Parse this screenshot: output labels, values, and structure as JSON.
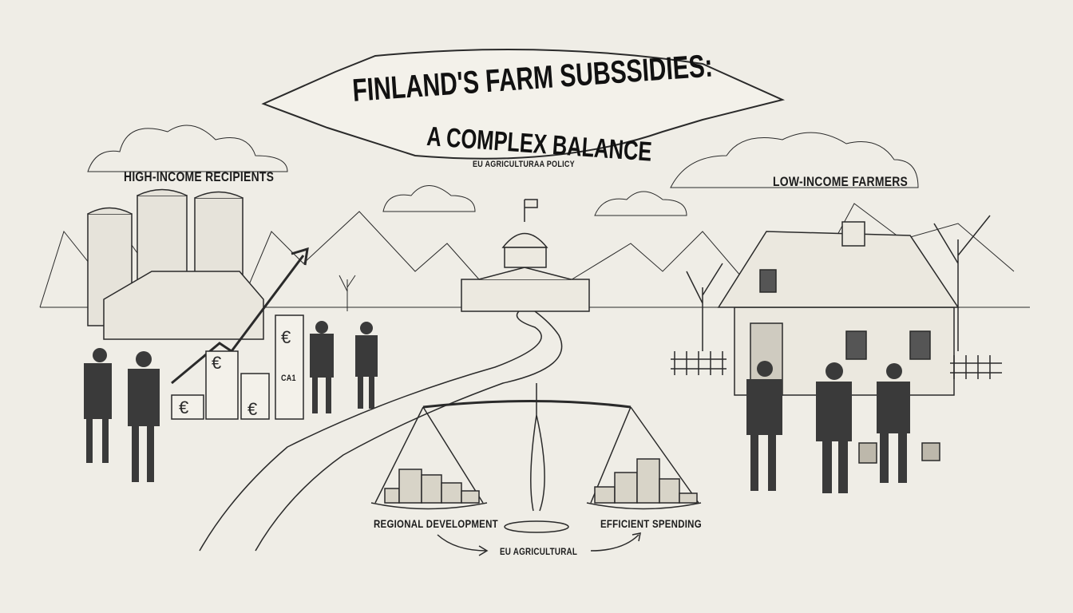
{
  "title": {
    "line1": "FINLAND'S FARM SUBSSIDIES:",
    "line2": "A COMPLEX BALANCE",
    "subtitle": "EU AGRICULTURAA POLICY"
  },
  "labels": {
    "left": "HIGH-INCOME RECIPIENTS",
    "right": "LOW-INCOME FARMERS",
    "scale_left": "REGIONAL DEVELOPMENT",
    "scale_right": "EFFICIENT SPENDING",
    "bottom": "EU AGRICULTURAL",
    "box_label": "CA1"
  },
  "colors": {
    "paper": "#efede6",
    "ink": "#2a2a2a"
  }
}
